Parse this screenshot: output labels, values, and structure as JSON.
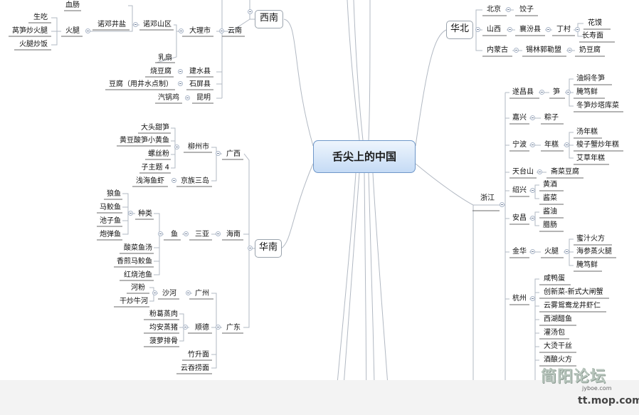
{
  "central": "舌尖上的中国",
  "regions": {
    "xinan": "西南",
    "huanan": "华南",
    "huabei": "华北"
  },
  "xinan": {
    "yunnan": "云南",
    "dali": "大理市",
    "zhudeng_area": "诺邓山区",
    "zhudeng_well": "诺邓井盐",
    "huotui": "火腿",
    "xuechang": "血肠",
    "shengchi": "生吃",
    "wosun": "莴笋炒火腿",
    "huotui_fan": "火腿炒饭",
    "rushan": "乳扇",
    "jianshui": "建水县",
    "shao_doufu": "烧豆腐",
    "shiping": "石屏县",
    "doufu_jingshui": "豆腐（用井水点制）",
    "kunming": "昆明",
    "qiguoji": "汽锅鸡"
  },
  "huanan": {
    "guangxi": "广西",
    "liuzhou": "柳州市",
    "datou_tiansun": "大头甜笋",
    "huangdou": "黄豆酸笋小黄鱼",
    "luosifen": "螺丝粉",
    "subtopic4": "子主题 4",
    "jingzu": "京族三岛",
    "qianhai": "浅海鱼虾",
    "hainan": "海南",
    "sanya": "三亚",
    "yu": "鱼",
    "zhonglei": "种类",
    "langyu": "狼鱼",
    "majiaoyu": "马鲛鱼",
    "chiziyu": "池子鱼",
    "paodanyu": "炮弹鱼",
    "suancai_yutang": "酸菜鱼汤",
    "xiangjian": "香煎马鲛鱼",
    "hongshao": "红烧池鱼",
    "guangdong": "广东",
    "guangzhou": "广州",
    "shahe": "沙河",
    "hefen": "河粉",
    "ganchao": "干炒牛河",
    "shunde": "顺德",
    "fenge": "粉葛蒸肉",
    "junan": "均安蒸猪",
    "boluo": "菠萝排骨",
    "zhusheng": "竹升面",
    "yuntun": "云吞捞面"
  },
  "huabei": {
    "beijing": "北京",
    "jiaozi": "饺子",
    "shanxi": "山西",
    "xiangfen": "襄汾县",
    "dingcun": "丁村",
    "huamo": "花馍",
    "changshou": "长寿面",
    "neimenggu": "内蒙古",
    "xilin": "锡林郭勒盟",
    "naidoufu": "奶豆腐"
  },
  "zhejiang": {
    "name": "浙江",
    "suichang": "遂昌县",
    "sun": "笋",
    "youmen": "油焖冬笋",
    "yandu": "腌笃鲜",
    "dongsun": "冬笋炒塔库菜",
    "jiaxing": "嘉兴",
    "zongzi": "粽子",
    "ningbo": "宁波",
    "niangao": "年糕",
    "tang_niangao": "汤年糕",
    "suoziexie": "梭子蟹炒年糕",
    "aicao": "艾草年糕",
    "tiantai": "天台山",
    "zhaicai": "斋菜豆腐",
    "shaoxing": "绍兴",
    "huangjiu": "黄酒",
    "jiangcai": "酱菜",
    "anchang": "安昌",
    "jiangyou": "酱油",
    "lachang": "腊肠",
    "jinhua": "金华",
    "huotui": "火腿",
    "mizhi": "蜜汁火方",
    "haishen": "海参蒸火腿",
    "yandu2": "腌笃鲜",
    "hangzhou": "杭州",
    "xianyadan": "咸鸭蛋",
    "chuangxin": "创新菜-新式大闸蟹",
    "yunwu": "云雾鸳鸯龙井虾仁",
    "xihu": "西湖醋鱼",
    "guantangbao": "灌汤包",
    "datang": "大烫干丝",
    "jiuniang": "酒酿火方"
  },
  "watermark": {
    "line1": "简阳论坛",
    "line2": "jyboe.com",
    "line3": "tt.mop.com"
  },
  "colors": {
    "line": "#b2b9c3",
    "central_border": "#6f97c9",
    "central_fill_top": "#eef5fd",
    "central_fill_bottom": "#c5dbf5"
  }
}
